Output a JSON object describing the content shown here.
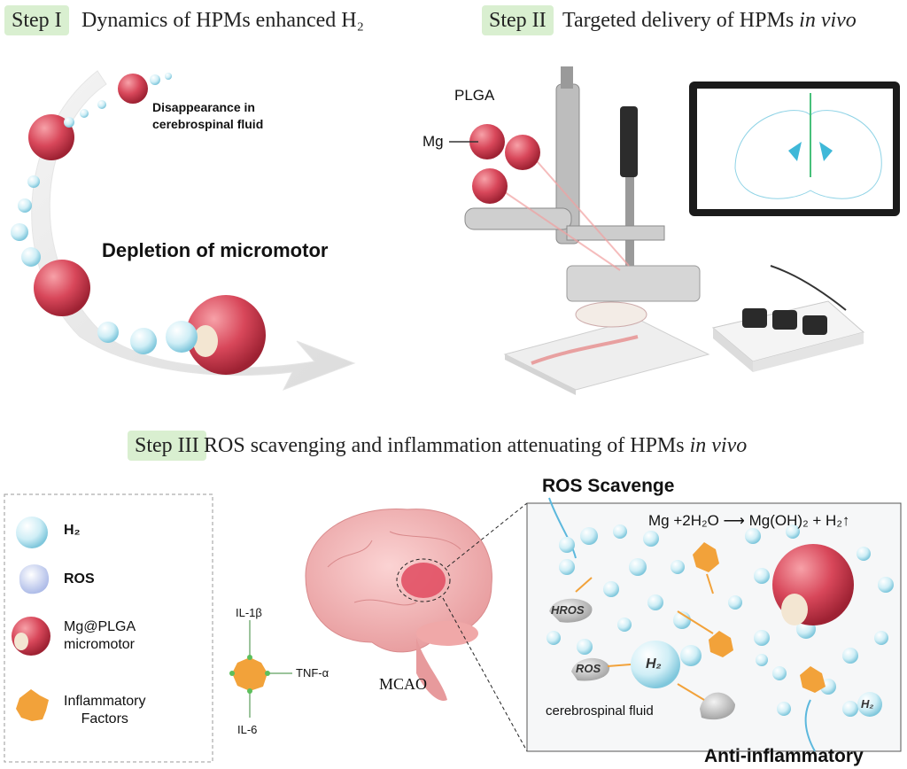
{
  "step1": {
    "tag": "Step I",
    "title": "Dynamics of HPMs enhanced H₂"
  },
  "step2": {
    "tag": "Step II",
    "title": "Targeted delivery of HPMs",
    "title_italic": "in vivo"
  },
  "step3": {
    "tag": "Step III",
    "title": "ROS scavenging and inflammation attenuating of HPMs",
    "title_italic": "in vivo"
  },
  "panel1": {
    "disappearance_line1": "Disappearance in",
    "disappearance_line2": "cerebrospinal fluid",
    "depletion": "Depletion of micromotor"
  },
  "panel2": {
    "plga": "PLGA",
    "mg": "Mg"
  },
  "legend": {
    "h2": "H₂",
    "ros": "ROS",
    "micromotor_line1": "Mg@PLGA",
    "micromotor_line2": "micromotor",
    "inflammatory_line1": "Inflammatory",
    "inflammatory_line2": "Factors"
  },
  "cytokines": {
    "il1b": "IL-1β",
    "tnfa": "TNF-α",
    "il6": "IL-6"
  },
  "mcao": "MCAO",
  "panel3": {
    "ros_scavenge": "ROS Scavenge",
    "equation": "Mg +2H₂O ⟶ Mg(OH)₂ + H₂↑",
    "h_ros": "HROS",
    "ros": "ROS",
    "h2_big": "H₂",
    "h2_small": "H₂",
    "csf": "cerebrospinal fluid",
    "anti_inflammatory": "Anti-inflammatory"
  },
  "colors": {
    "step_tag_bg": "#d9efd0",
    "sphere_red": "#d8475a",
    "bubble": "#bfe6f0",
    "factor_orange": "#f2a23a"
  }
}
